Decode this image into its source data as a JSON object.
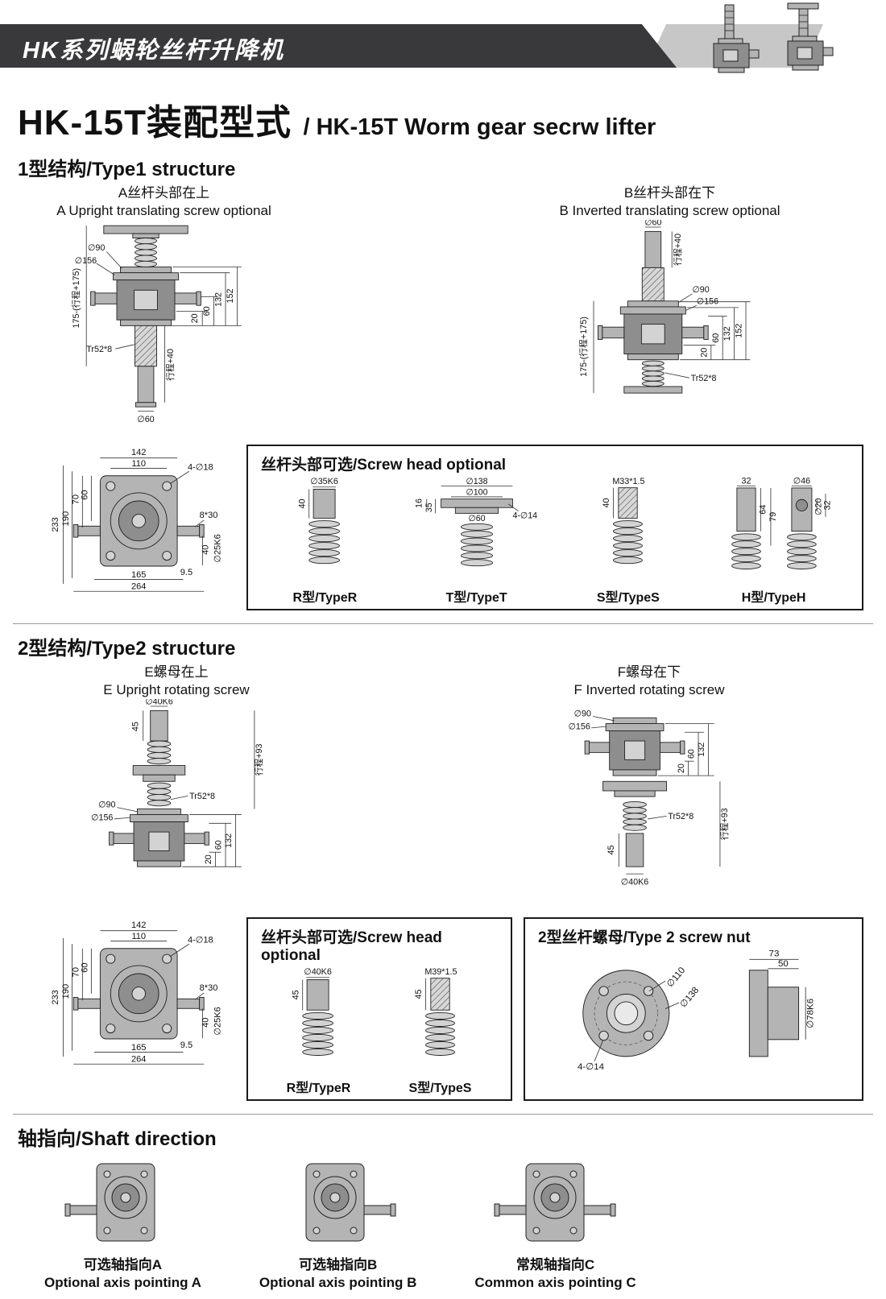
{
  "header": {
    "banner": "HK系列蜗轮丝杆升降机",
    "title_cn": "HK-15T装配型式",
    "title_en": "/ HK-15T Worm gear secrw lifter"
  },
  "type1": {
    "heading": "1型结构/Type1 structure",
    "a": {
      "label_cn": "A丝杆头部在上",
      "label_en": "A Upright translating screw optional",
      "d90": "∅90",
      "d156": "∅156",
      "d152": "152",
      "d132": "132",
      "d60": "60",
      "d20": "20",
      "height": "175-(行程+175)",
      "thread": "Tr52*8",
      "stroke": "行程+40",
      "tube": "∅60"
    },
    "b": {
      "label_cn": "B丝杆头部在下",
      "label_en": "B Inverted translating screw optional",
      "tube": "∅60",
      "stroke": "行程+40",
      "d90": "∅90",
      "d156": "∅156",
      "d152": "152",
      "d132": "132",
      "d60": "60",
      "d20": "20",
      "height": "175-(行程+175)",
      "thread": "Tr52*8"
    },
    "screw_head": {
      "title": "丝杆头部可选/Screw head optional",
      "r": {
        "label": "R型/TypeR",
        "dia": "∅35K6",
        "len": "40"
      },
      "t": {
        "label": "T型/TypeT",
        "d138": "∅138",
        "d100": "∅100",
        "d35": "35",
        "d16": "16",
        "d60": "∅60",
        "holes": "4-∅14"
      },
      "s": {
        "label": "S型/TypeS",
        "thread": "M33*1.5",
        "len": "40"
      },
      "h": {
        "label": "H型/TypeH",
        "w32": "32",
        "d46": "∅46",
        "l64": "64",
        "l79": "79",
        "d20": "∅20",
        "l32": "32"
      }
    }
  },
  "top_view": {
    "w142": "142",
    "w110": "110",
    "holes": "4-∅18",
    "h70": "70",
    "h60": "60",
    "h233": "233",
    "h190": "190",
    "key": "8*30",
    "l40": "40",
    "shaft": "∅25K6",
    "off": "9.5",
    "w165": "165",
    "w264": "264"
  },
  "type2": {
    "heading": "2型结构/Type2 structure",
    "e": {
      "label_cn": "E螺母在上",
      "label_en": "E Upright rotating screw",
      "dia": "∅40K6",
      "l45": "45",
      "stroke": "行程+93",
      "thread": "Tr52*8",
      "d90": "∅90",
      "d156": "∅156",
      "d132": "132",
      "d60": "60",
      "d20": "20"
    },
    "f": {
      "label_cn": "F螺母在下",
      "label_en": "F Inverted rotating screw",
      "d90": "∅90",
      "d156": "∅156",
      "d132": "132",
      "d60": "60",
      "d20": "20",
      "stroke": "行程+93",
      "thread": "Tr52*8",
      "l45": "45",
      "dia": "∅40K6"
    },
    "screw_head": {
      "title": "丝杆头部可选/Screw head optional",
      "r": {
        "label": "R型/TypeR",
        "dia": "∅40K6",
        "len": "45"
      },
      "s": {
        "label": "S型/TypeS",
        "thread": "M39*1.5",
        "len": "45"
      }
    },
    "nut": {
      "title": "2型丝杆螺母/Type 2 screw nut",
      "w73": "73",
      "w50": "50",
      "d110": "∅110",
      "d138": "∅138",
      "holes": "4-∅14",
      "bore": "∅78K6"
    }
  },
  "shaft_dir": {
    "heading": "轴指向/Shaft direction",
    "a": {
      "label_cn": "可选轴指向A",
      "label_en": "Optional axis pointing A"
    },
    "b": {
      "label_cn": "可选轴指向B",
      "label_en": "Optional axis pointing B"
    },
    "c": {
      "label_cn": "常规轴指向C",
      "label_en": "Common axis pointing C"
    }
  }
}
